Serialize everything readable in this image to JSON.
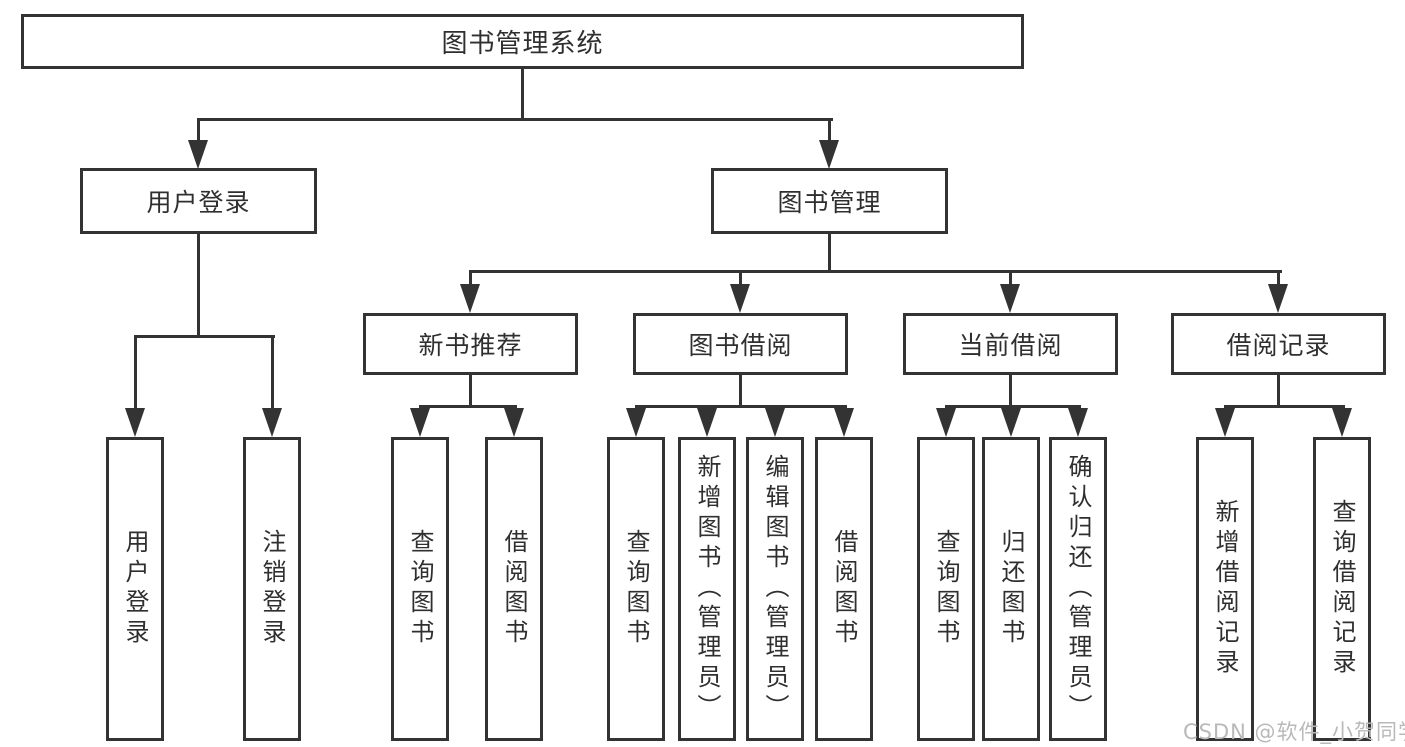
{
  "colors": {
    "line": "#333333",
    "text": "#2f2f2f",
    "watermark": "#b9b9b9",
    "background": "#ffffff"
  },
  "watermark": "CSDN @软件_小贺同学",
  "tree": {
    "root": {
      "label": "图书管理系统"
    },
    "branches": [
      {
        "label": "用户登录",
        "children": [
          {
            "label": "用户登录"
          },
          {
            "label": "注销登录"
          }
        ]
      },
      {
        "label": "图书管理",
        "children": [
          {
            "label": "新书推荐",
            "children": [
              {
                "label": "查询图书"
              },
              {
                "label": "借阅图书"
              }
            ]
          },
          {
            "label": "图书借阅",
            "children": [
              {
                "label": "查询图书"
              },
              {
                "label": "新增图书（管理员）"
              },
              {
                "label": "编辑图书（管理员）"
              },
              {
                "label": "借阅图书"
              }
            ]
          },
          {
            "label": "当前借阅",
            "children": [
              {
                "label": "查询图书"
              },
              {
                "label": "归还图书"
              },
              {
                "label": "确认归还（管理员）"
              }
            ]
          },
          {
            "label": "借阅记录",
            "children": [
              {
                "label": "新增借阅记录"
              },
              {
                "label": "查询借阅记录"
              }
            ]
          }
        ]
      }
    ]
  }
}
